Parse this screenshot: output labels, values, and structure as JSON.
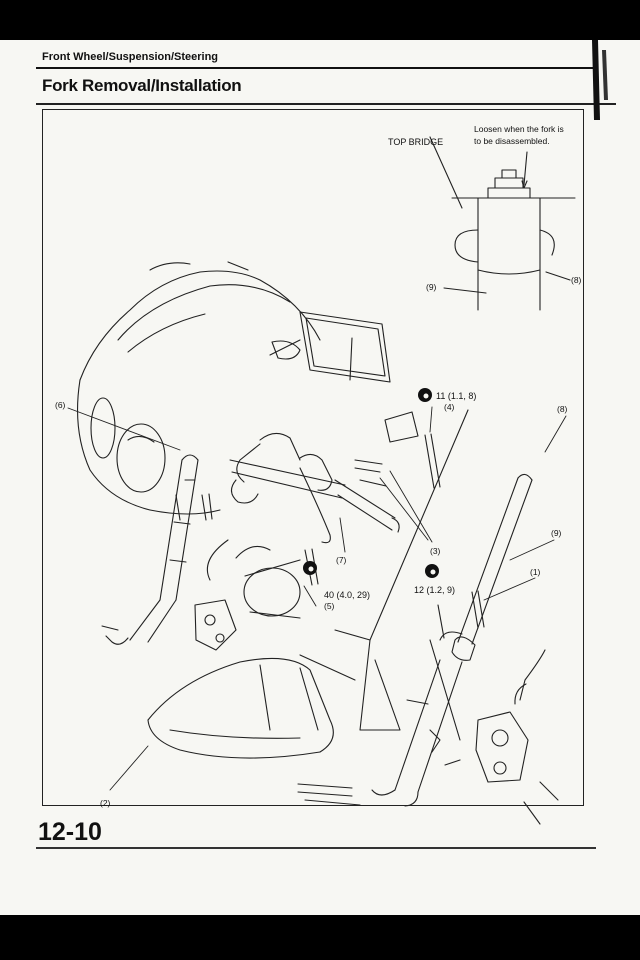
{
  "header": {
    "section": "Front Wheel/Suspension/Steering",
    "title": "Fork Removal/Installation"
  },
  "footer": {
    "page_number": "12-10"
  },
  "diagram": {
    "callouts": {
      "top_bridge": "TOP BRIDGE",
      "note_line1": "Loosen when the fork is",
      "note_line2": "to be disassembled.",
      "c1": "(1)",
      "c2": "(2)",
      "c3": "(3)",
      "c4": "(4)",
      "c5": "(5)",
      "c6": "(6)",
      "c7": "(7)",
      "c8_inset": "(8)",
      "c8": "(8)",
      "c9_inset": "(9)",
      "c9": "(9)"
    },
    "torque": {
      "t4": "11 (1.1, 8)",
      "t3": "12 (1.2, 9)",
      "t5": "40 (4.0, 29)"
    },
    "icon": "torque-wrench-icon"
  }
}
